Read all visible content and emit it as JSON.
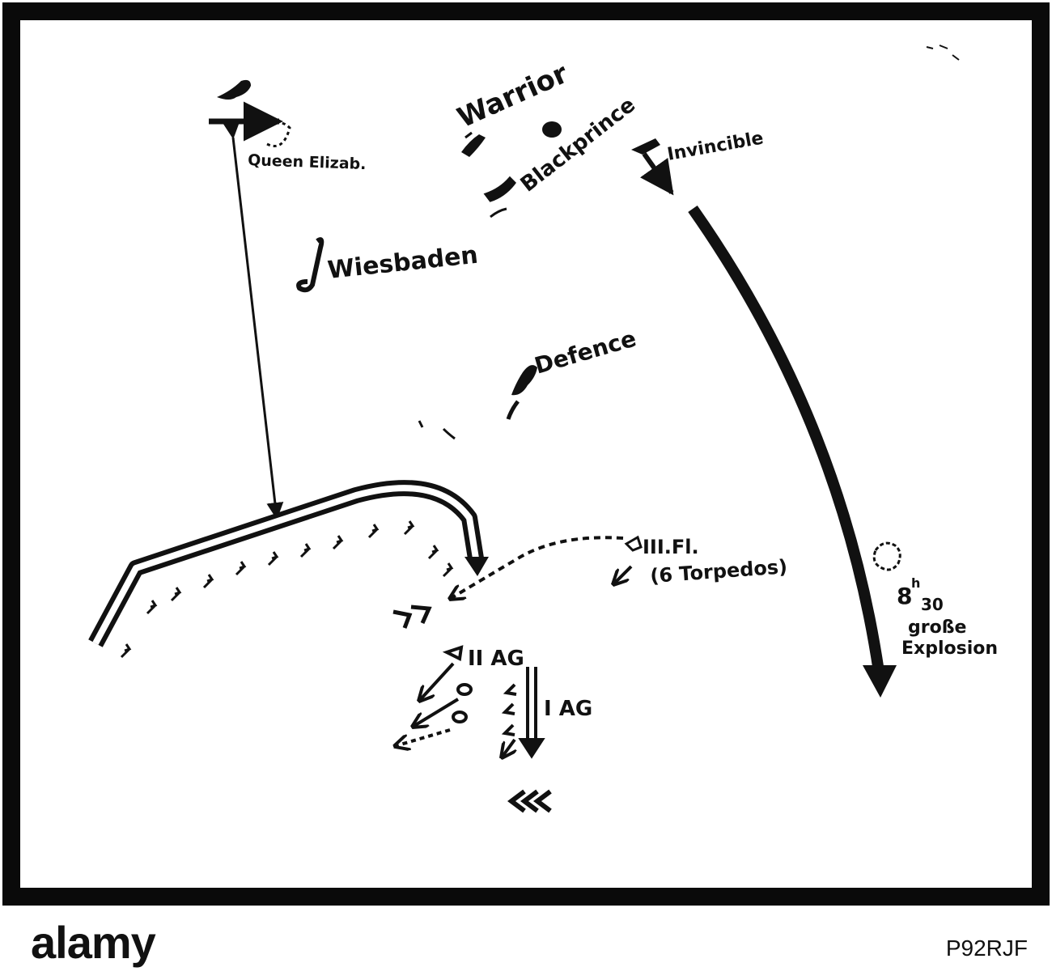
{
  "labels": {
    "queen_elizabeth": "Queen Elizab.",
    "warrior": "Warrior",
    "blackprince": "Blackprince",
    "invincible": "Invincible",
    "wiesbaden": "Wiesbaden",
    "defence": "Defence",
    "third_flotilla": "III.Fl.",
    "torpedos": "(6 Torpedos)",
    "second_ag": "II AG",
    "first_ag": "I AG",
    "time_hours": "8",
    "time_sup": "h",
    "time_minutes": "30",
    "explosion_line1": "große",
    "explosion_line2": "Explosion"
  },
  "footer": {
    "brand": "alamy",
    "image_code": "P92RJF"
  },
  "colors": {
    "ink": "#111111",
    "paper": "#ffffff",
    "border": "#0a0a0a"
  }
}
